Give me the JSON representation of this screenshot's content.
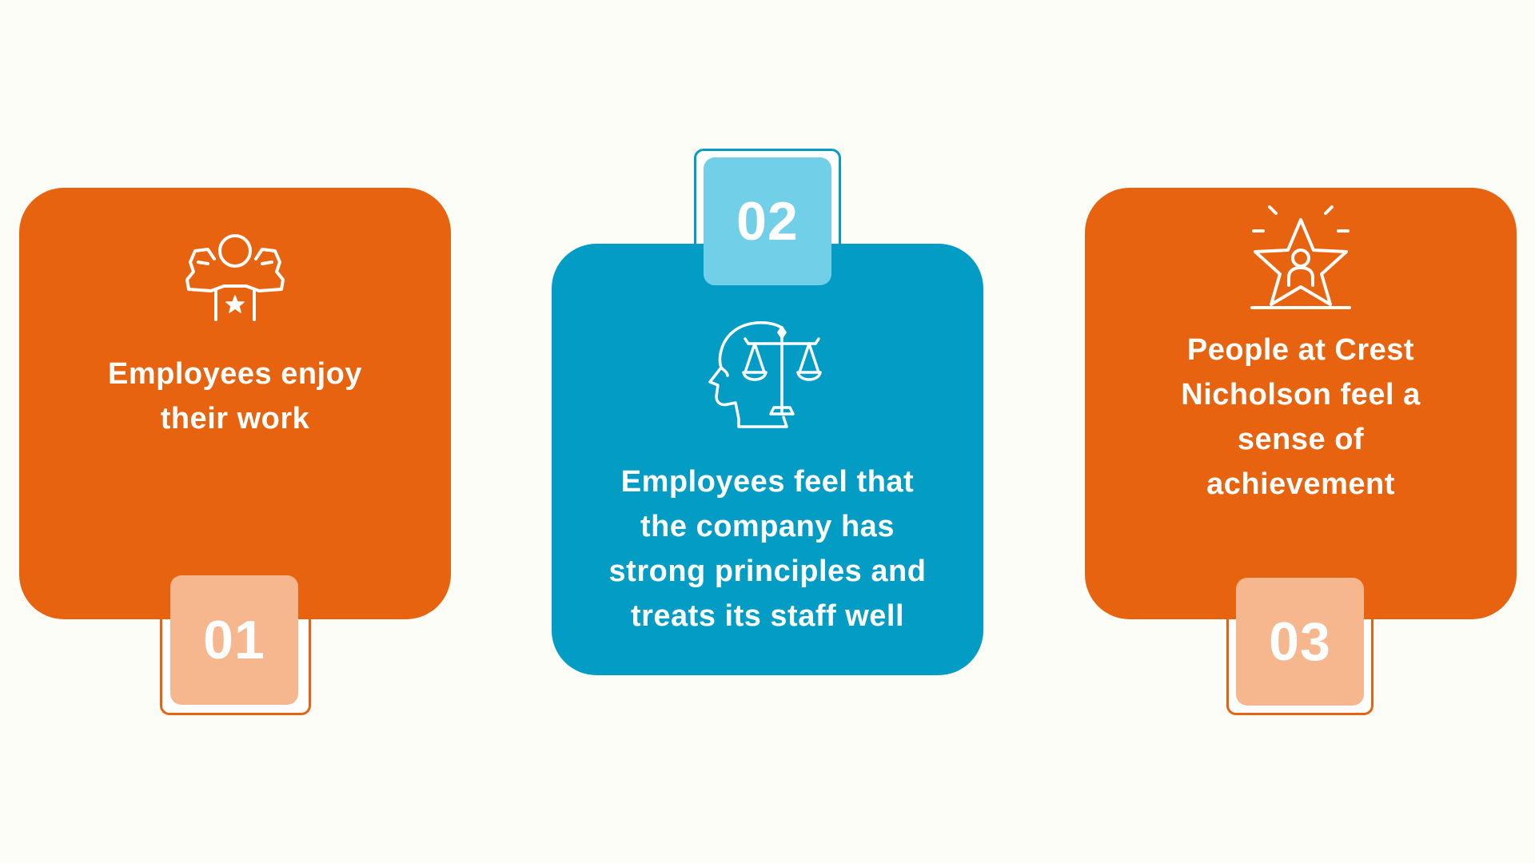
{
  "colors": {
    "background": "#fbfdf6",
    "orange": "#e8630f",
    "blue": "#029cc5",
    "badge_orange": "#f6b68e",
    "badge_blue": "#72cfe8"
  },
  "cards": [
    {
      "number": "01",
      "text": "Employees enjoy\ntheir work",
      "icon": "flexing-person-icon"
    },
    {
      "number": "02",
      "text": "Employees feel that\nthe company has\nstrong principles and\ntreats its staff well",
      "icon": "head-scales-icon"
    },
    {
      "number": "03",
      "text": "People at Crest\nNicholson feel a\nsense of\nachievement",
      "icon": "star-person-icon"
    }
  ]
}
